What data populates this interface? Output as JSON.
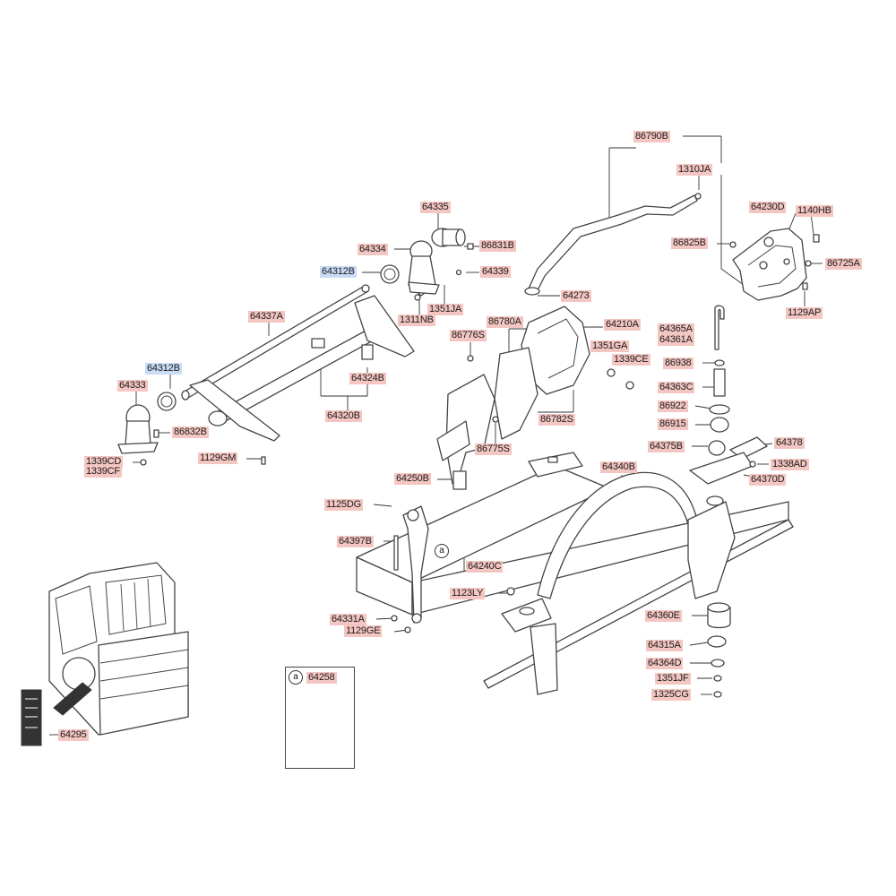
{
  "labels": {
    "p86790B": "86790B",
    "p1310JA": "1310JA",
    "p64230D": "64230D",
    "p1140HB": "1140HB",
    "p86825B": "86825B",
    "p86725A": "86725A",
    "p1129AP": "1129AP",
    "p64335": "64335",
    "p64334": "64334",
    "p86831B": "86831B",
    "p64312B_top": "64312B",
    "p64339": "64339",
    "p1351JA": "1351JA",
    "p1311NB": "1311NB",
    "p64273": "64273",
    "p86780A": "86780A",
    "p64210A": "64210A",
    "p86776S": "86776S",
    "p1351GA": "1351GA",
    "p1339CE": "1339CE",
    "p64365A": "64365A",
    "p64361A": "64361A",
    "p86938": "86938",
    "p64363C": "64363C",
    "p86922": "86922",
    "p86915": "86915",
    "p64375B": "64375B",
    "p64378": "64378",
    "p1338AD": "1338AD",
    "p64370D": "64370D",
    "p64337A": "64337A",
    "p64312B_left": "64312B",
    "p64333": "64333",
    "p64324B": "64324B",
    "p64320B": "64320B",
    "p86832B": "86832B",
    "p1339CD": "1339CD",
    "p1339CF": "1339CF",
    "p1129GM": "1129GM",
    "p86782S": "86782S",
    "p86775S": "86775S",
    "p64250B": "64250B",
    "p64340B": "64340B",
    "p1125DG": "1125DG",
    "p64397B": "64397B",
    "p64240C": "64240C",
    "p1123LY": "1123LY",
    "p64331A": "64331A",
    "p1129GE": "1129GE",
    "p64360E": "64360E",
    "p64315A": "64315A",
    "p64364D": "64364D",
    "p1351JF": "1351JF",
    "p1325CG": "1325CG",
    "p64295": "64295",
    "p64258": "64258"
  },
  "callout_letter": "a",
  "inset_letter": "a",
  "colors": {
    "label_bg": "#f4c6c2",
    "highlight_bg": "#c9dcf5",
    "line": "#444444"
  }
}
